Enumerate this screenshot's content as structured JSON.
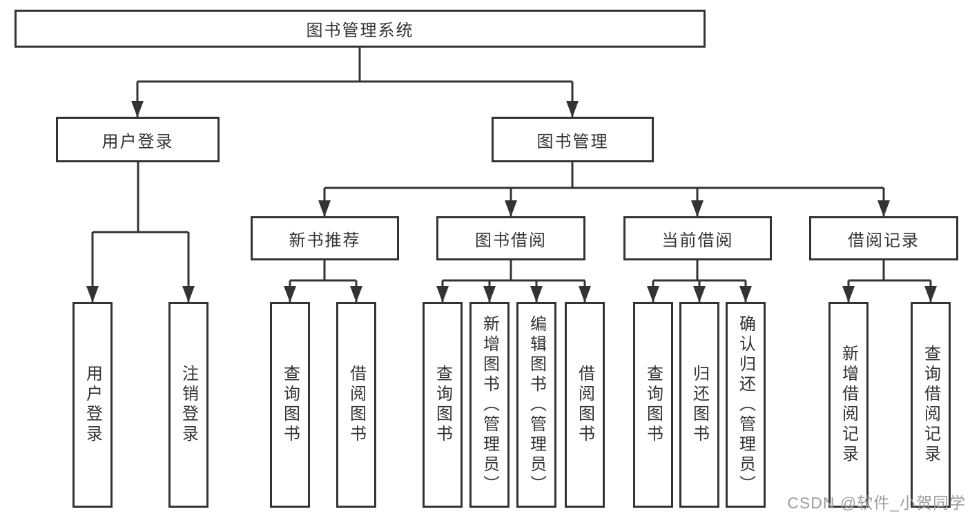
{
  "diagram": {
    "root": {
      "label": "图书管理系统"
    },
    "branches": [
      {
        "label": "用户登录",
        "children": [
          {
            "label": "用户登录"
          },
          {
            "label": "注销登录"
          }
        ]
      },
      {
        "label": "图书管理",
        "children": [
          {
            "label": "新书推荐",
            "children": [
              {
                "label": "查询图书"
              },
              {
                "label": "借阅图书"
              }
            ]
          },
          {
            "label": "图书借阅",
            "children": [
              {
                "label": "查询图书"
              },
              {
                "label": "新增图书（管理员）"
              },
              {
                "label": "编辑图书（管理员）"
              },
              {
                "label": "借阅图书"
              }
            ]
          },
          {
            "label": "当前借阅",
            "children": [
              {
                "label": "查询图书"
              },
              {
                "label": "归还图书"
              },
              {
                "label": "确认归还（管理员）"
              }
            ]
          },
          {
            "label": "借阅记录",
            "children": [
              {
                "label": "新增借阅记录"
              },
              {
                "label": "查询借阅记录"
              }
            ]
          }
        ]
      }
    ]
  },
  "watermark": {
    "text": "CSDN @软件_小贺同学"
  },
  "colors": {
    "line": "#333333",
    "text": "#333333",
    "watermark": "#9e9e9e",
    "background": "#ffffff"
  }
}
